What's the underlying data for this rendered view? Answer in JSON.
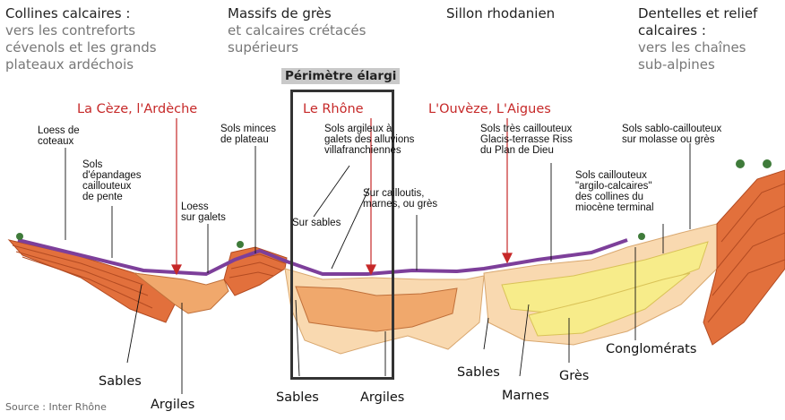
{
  "regions": [
    {
      "title": "Collines calcaires :",
      "sub": [
        "vers les contreforts",
        "cévenols et les grands",
        "plateaux ardéchois"
      ]
    },
    {
      "title": "Massifs de grès",
      "sub": [
        "et calcaires crétacés",
        "supérieurs"
      ]
    },
    {
      "title": "Sillon rhodanien",
      "sub": []
    },
    {
      "title": "Dentelles et relief",
      "sub": [
        "calcaires :",
        "vers les chaînes",
        "sub-alpines"
      ]
    }
  ],
  "perimeter_label": "Périmètre élargi",
  "rivers": [
    "La Cèze, l'Ardèche",
    "Le Rhône",
    "L'Ouvèze, L'Aigues"
  ],
  "soils": [
    [
      "Loess de",
      "coteaux"
    ],
    [
      "Sols",
      "d'épandages",
      "caillouteux",
      "de pente"
    ],
    [
      "Loess",
      "sur galets"
    ],
    [
      "Sols minces",
      "de plateau"
    ],
    [
      "Sols argileux à",
      "galets des alluvions",
      "villafranchiennes"
    ],
    [
      "Sur sables"
    ],
    [
      "Sur cailloutis,",
      "marnes, ou grès"
    ],
    [
      "Sols très caillouteux",
      "Glacis-terrasse Riss",
      "du Plan de Dieu"
    ],
    [
      "Sols caillouteux",
      "\"argilo-calcaires\"",
      "des collines  du",
      "miocène terminal"
    ],
    [
      "Sols sablo-caillouteux",
      "sur molasse ou grès"
    ]
  ],
  "rocks": [
    "Sables",
    "Argiles",
    "Sables",
    "Argiles",
    "Sables",
    "Marnes",
    "Grès",
    "Conglomérats"
  ],
  "source": "Source : Inter Rhône",
  "colors": {
    "river_red": "#c62828",
    "limestone": "#e2703c",
    "clay": "#f0a86c",
    "sand": "#f9d9b0",
    "soil_purple": "#7d3f9a",
    "yellow_sand": "#f7ec8a",
    "frame": "#333333"
  }
}
